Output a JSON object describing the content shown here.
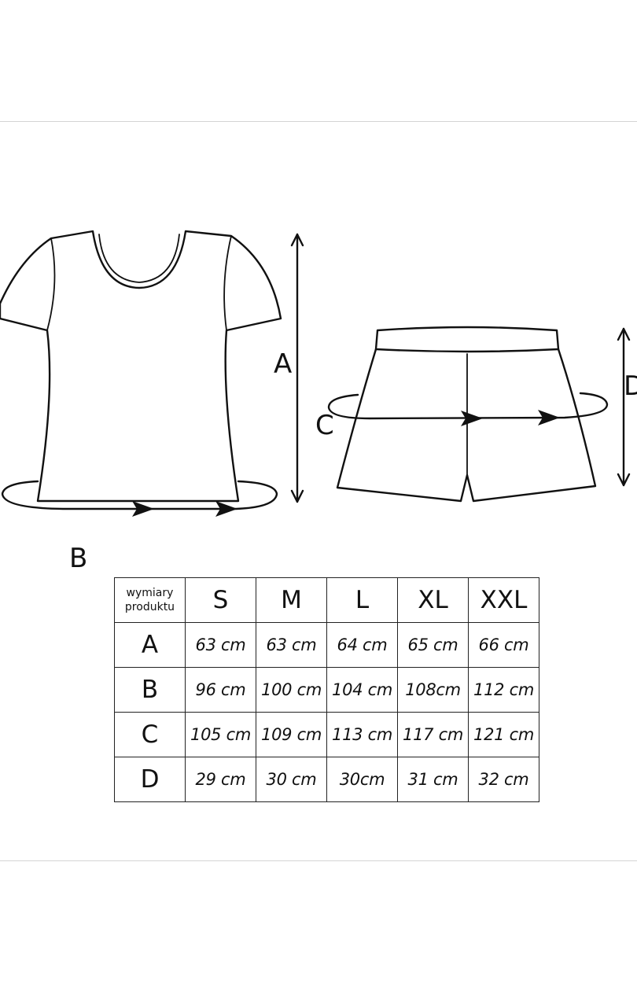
{
  "labels": {
    "a": "A",
    "b": "B",
    "c": "C",
    "d": "D"
  },
  "table": {
    "corner_line1": "wymiary",
    "corner_line2": "produktu",
    "sizes": [
      "S",
      "M",
      "L",
      "XL",
      "XXL"
    ],
    "rows": [
      {
        "label": "A",
        "values": [
          "63 cm",
          "63 cm",
          "64 cm",
          "65 cm",
          "66 cm"
        ]
      },
      {
        "label": "B",
        "values": [
          "96 cm",
          "100 cm",
          "104 cm",
          "108cm",
          "112 cm"
        ]
      },
      {
        "label": "C",
        "values": [
          "105 cm",
          "109 cm",
          "113 cm",
          "117 cm",
          "121 cm"
        ]
      },
      {
        "label": "D",
        "values": [
          "29 cm",
          "30 cm",
          "30cm",
          "31 cm",
          "32 cm"
        ]
      }
    ]
  },
  "colors": {
    "line": "#111111",
    "divider": "#d4d4d4",
    "background": "#ffffff"
  },
  "icons": [
    "tshirt-outline",
    "shorts-outline",
    "double-arrow",
    "arrowhead"
  ]
}
